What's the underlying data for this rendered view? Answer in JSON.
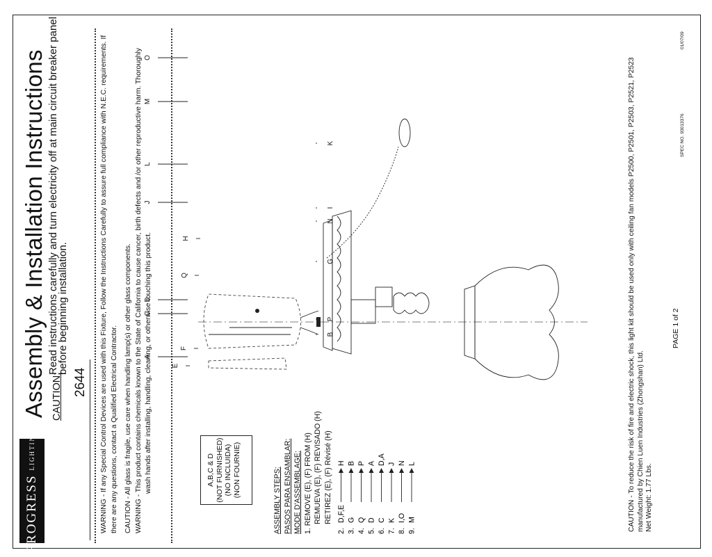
{
  "brand": {
    "logo_main": "PROGRESS",
    "logo_sub": "LIGHTING"
  },
  "header": {
    "title": "Assembly & Installation Instructions",
    "caution_label": "CAUTION:",
    "caution_text": "Read instructions carefully and turn electricity off at main circuit breaker panel before beginning installation.",
    "model": "2644"
  },
  "warnings": [
    "WARNING - If any Special Control Devices are used with this Fixture, Follow the Instructions Carefully to assure full compliance  with N.E.C. requirements. If there are any questions, contact a Qualified Electrical Contractor.",
    "CAUTION -  All glass is fragile, use care when handling lamp(s) or other glass components.",
    "WARNING -  This product contains chemicals known to the State of California to cause cancer, birth defects and /or other reproductive harm.  Thoroughly wash hands after installing, handling, cleaning, or otherwise touching this product."
  ],
  "not_furnished": {
    "line1": "A,B,C & D",
    "line2": "(NOT FURNISHED)",
    "line3": "(NO INCLUIDA)",
    "line4": "(NON FOURNIE)"
  },
  "steps": {
    "heading_en": "ASSEMBLY STEPS:",
    "heading_es": "PASOS PARA ENSAMBLAR:",
    "heading_fr": "MODE D'ASSEMBLAGE:",
    "step1_en": "1. REMOVE (E), (F) FROM (H)",
    "step1_es": "REMUEVA (E), (F) REVISADO (H)",
    "step1_fr": "RETIREZ (E), (F) Révisé (H)",
    "list": [
      {
        "num": "2.",
        "from": "D,F,E",
        "to": "H"
      },
      {
        "num": "3.",
        "from": "G",
        "to": "B"
      },
      {
        "num": "4.",
        "from": "Q",
        "to": "P"
      },
      {
        "num": "5.",
        "from": "D",
        "to": "A"
      },
      {
        "num": "6.",
        "from": "C",
        "to": "D,A"
      },
      {
        "num": "7.",
        "from": "K",
        "to": "J"
      },
      {
        "num": "8.",
        "from": "I,O",
        "to": "N"
      },
      {
        "num": "9.",
        "from": "M",
        "to": "L"
      }
    ]
  },
  "diagram_labels": {
    "A": "A",
    "B": "B",
    "C": "C",
    "D": "D",
    "E": "E",
    "F": "F",
    "G": "G",
    "H": "H",
    "I": "I",
    "J": "J",
    "K": "K",
    "L": "L",
    "M": "M",
    "N": "N",
    "O": "O",
    "P": "P",
    "Q": "Q"
  },
  "footer": {
    "caution": "CAUTION - To reduce the risk of fire and electric shock, this light kit should be used only with ceiling fan models P2500, P2501, P2503, P2521, P2523 manufactured by Chien Luen Industries (Zhongshan) Ltd.",
    "net_weight": "Net Weight: 1.77 Lbs.",
    "page": "PAGE  1  of  2",
    "spec": "SPEC NO.  93013376",
    "date": "01/07/09"
  }
}
